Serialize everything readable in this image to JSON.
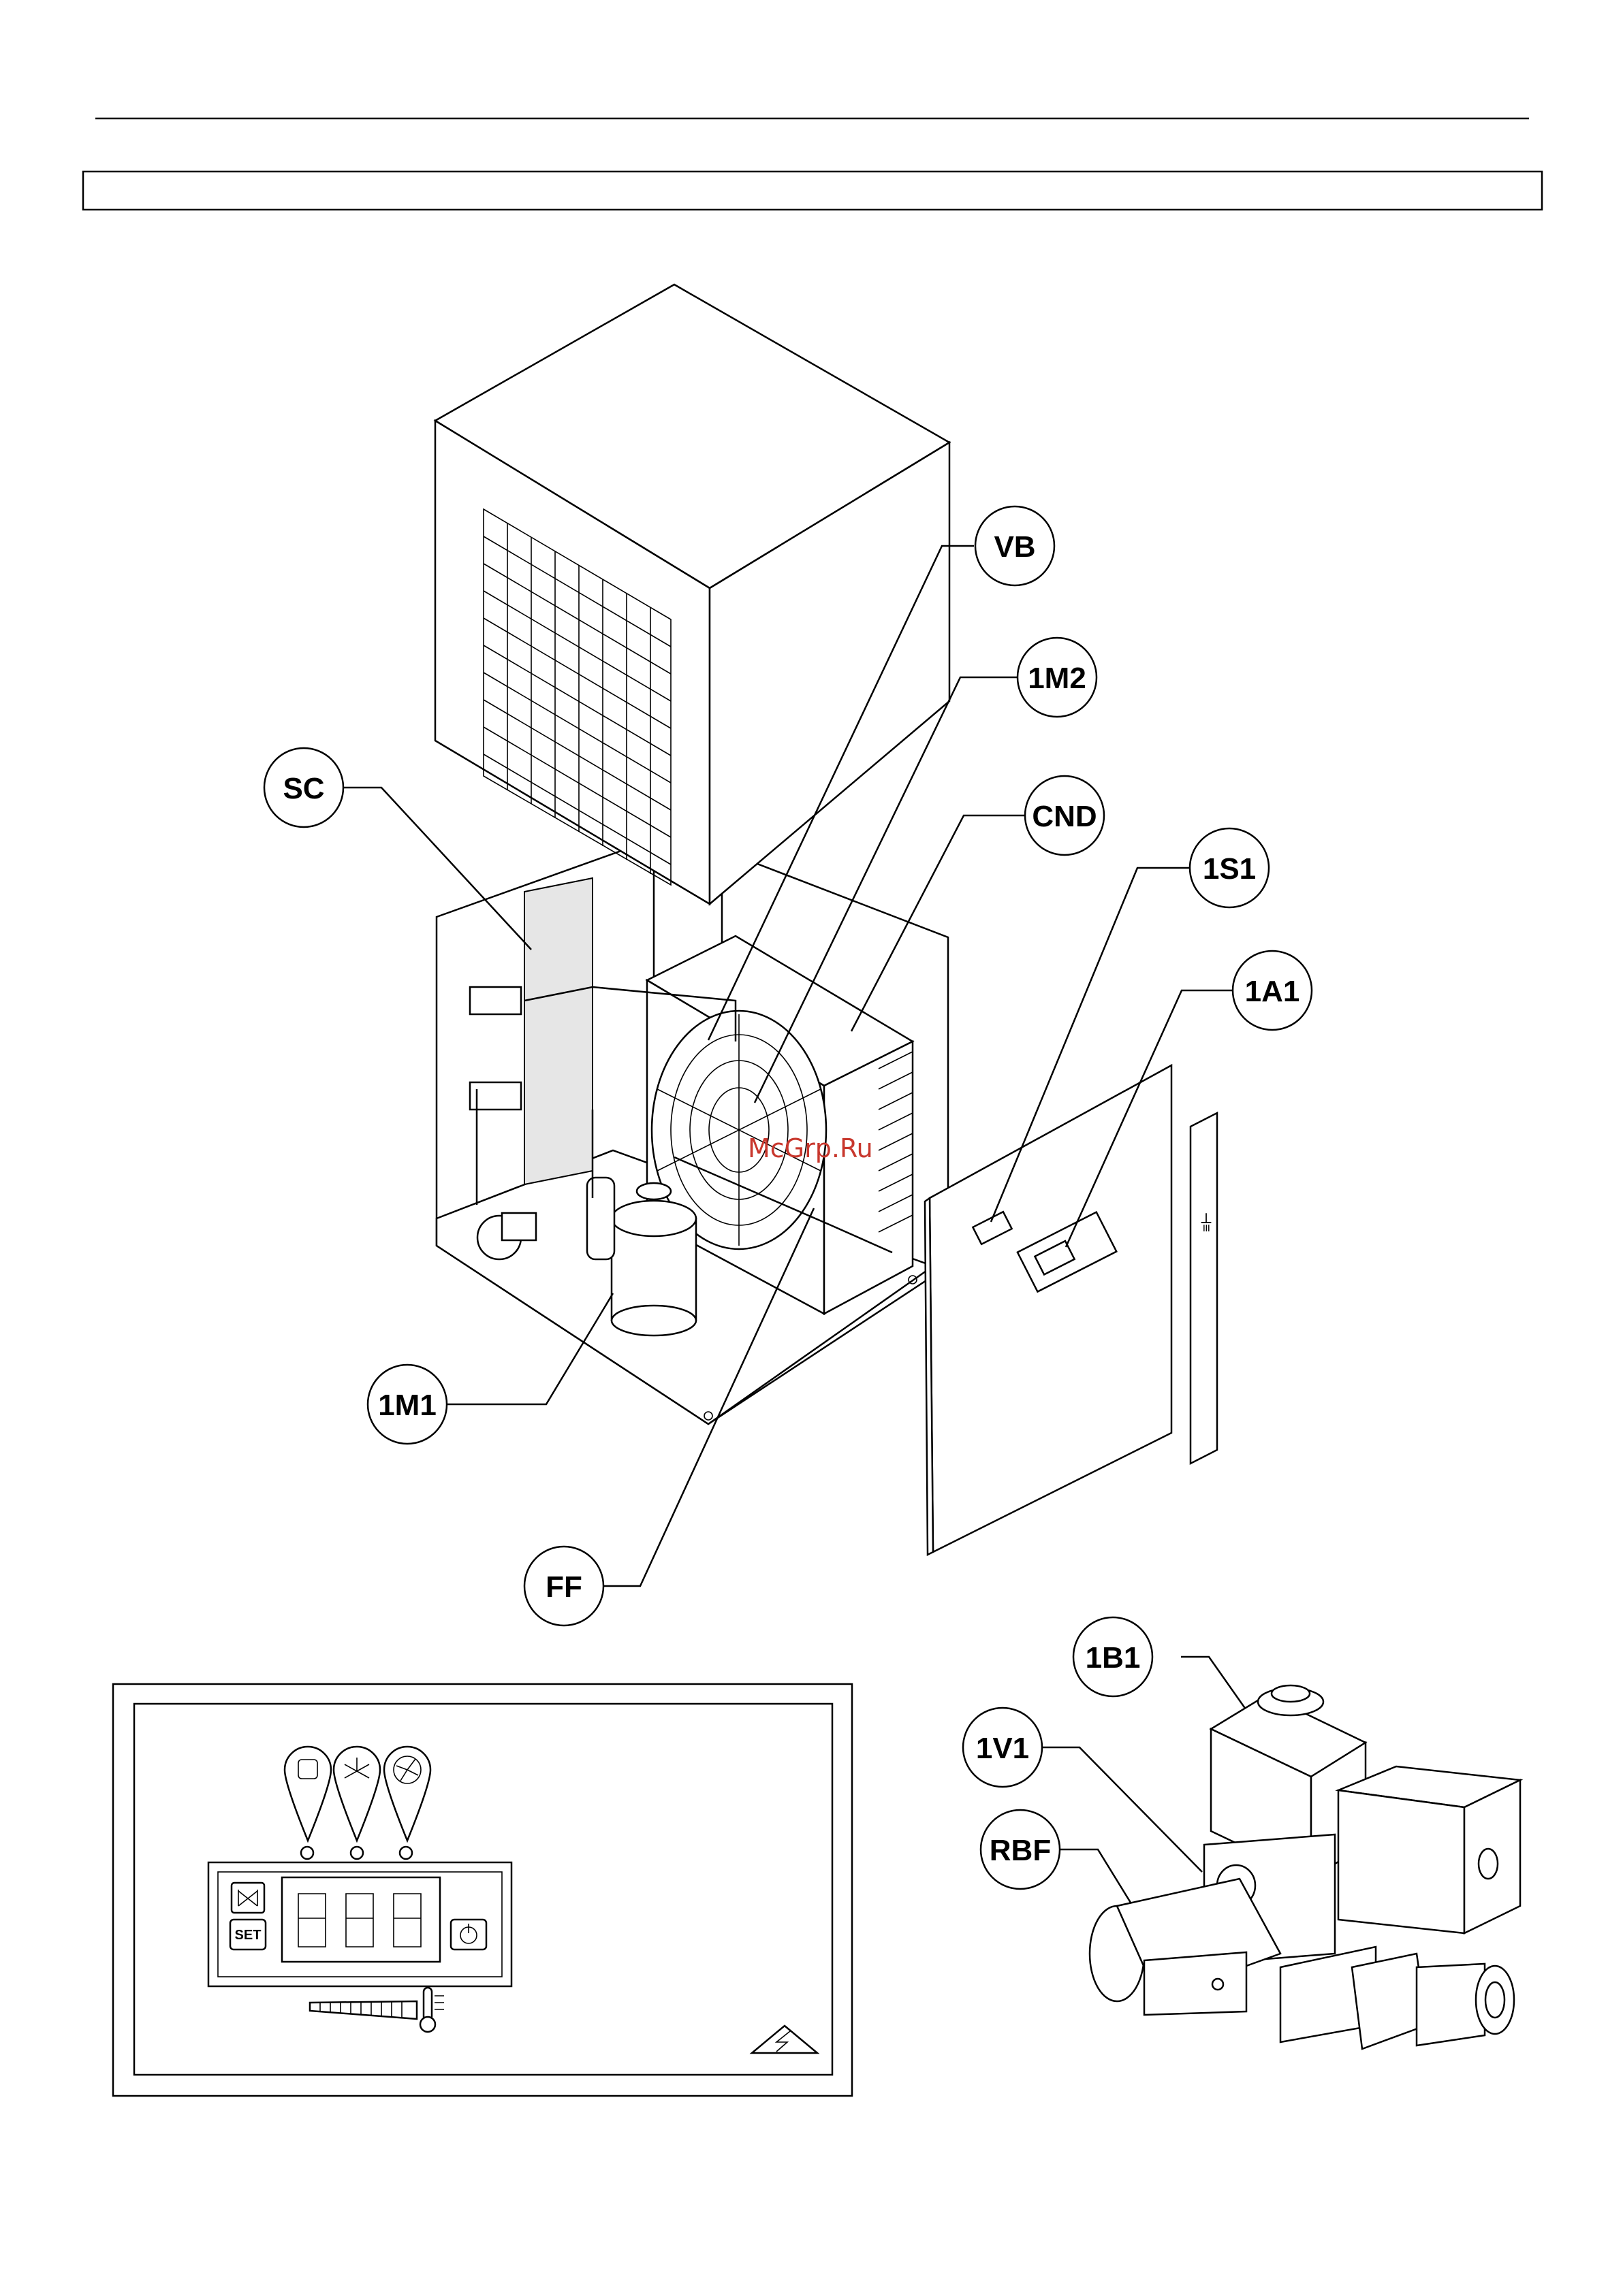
{
  "callouts": {
    "vb": "VB",
    "m2": "1M2",
    "sc": "SC",
    "cnd": "CND",
    "s1": "1S1",
    "a1": "1A1",
    "m1": "1M1",
    "ff": "FF",
    "b1": "1B1",
    "v1": "1V1",
    "rbf": "RBF"
  },
  "watermark": "McGrp.Ru",
  "control_panel": {
    "set_key": "SET",
    "display_digits": "888",
    "status_icons": [
      "compressor-icon",
      "valve-icon",
      "fan-icon"
    ],
    "indicator_leds": 3
  },
  "colors": {
    "line": "#000000",
    "watermark": "#c8372d",
    "background": "#ffffff"
  }
}
